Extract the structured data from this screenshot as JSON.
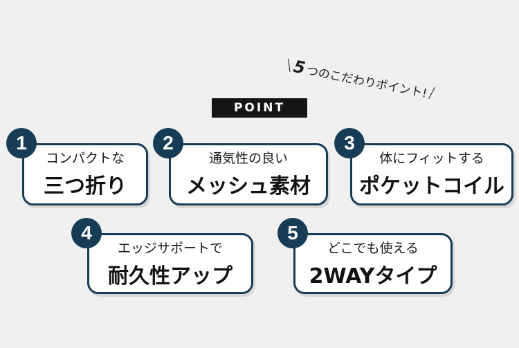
{
  "tagline": {
    "open": "\\",
    "num": "5",
    "text": "つのこだわりポイント!",
    "close": "/"
  },
  "point_label": "POINT",
  "cards": [
    {
      "num": "1",
      "sub": "コンパクトな",
      "main": "三つ折り"
    },
    {
      "num": "2",
      "sub": "通気性の良い",
      "main": "メッシュ素材"
    },
    {
      "num": "3",
      "sub": "体にフィットする",
      "main": "ポケットコイル"
    },
    {
      "num": "4",
      "sub": "エッジサポートで",
      "main": "耐久性アップ"
    },
    {
      "num": "5",
      "sub": "どこでも使える",
      "main": "2WAYタイプ"
    }
  ],
  "colors": {
    "accent": "#173c55",
    "background": "#f0f0f0",
    "label_bg": "#151515"
  }
}
